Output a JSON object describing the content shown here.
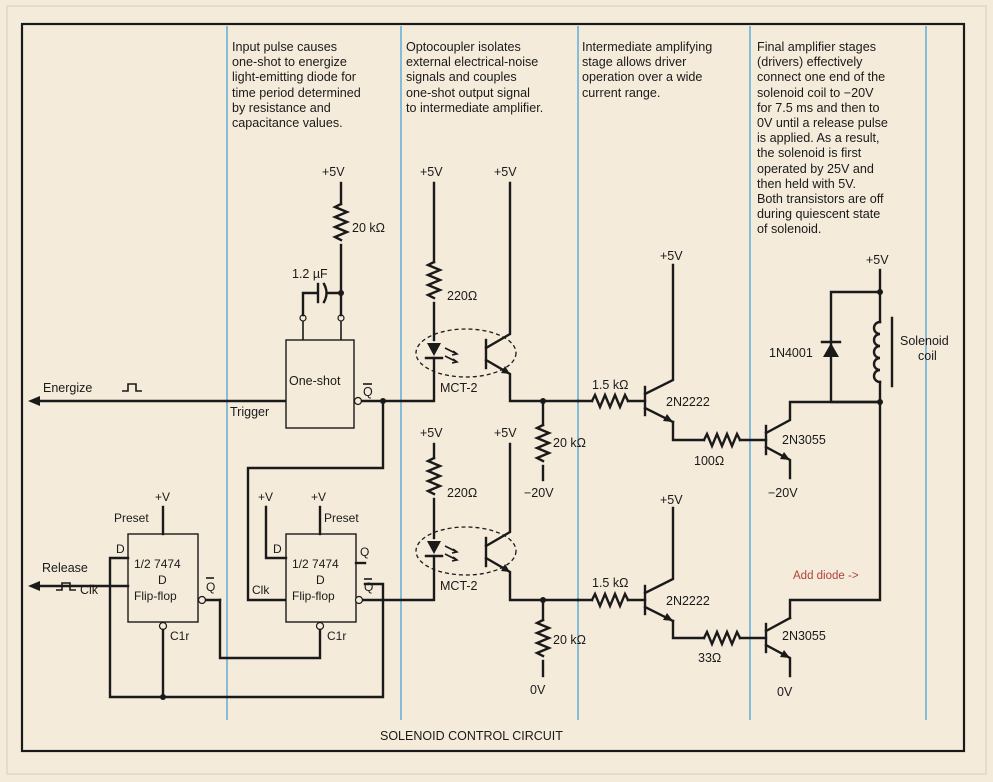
{
  "notes": {
    "oneshot": "Input pulse causes\none-shot to energize\nlight-emitting diode for\ntime period determined\nby resistance and\ncapacitance values.",
    "opto": "Optocoupler isolates\nexternal electrical-noise\nsignals and couples\none-shot output signal\nto intermediate amplifier.",
    "intermediate": "Intermediate amplifying\nstage allows driver\noperation over a wide\ncurrent range.",
    "final": "Final amplifier stages\n(drivers) effectively\nconnect one end of the\nsolenoid coil to −20V\nfor 7.5 ms and then to\n0V until a release pulse\nis applied. As a result,\nthe solenoid is first\noperated by 25V and\nthen held with 5V.\nBoth transistors are off\nduring quiescent state\nof solenoid."
  },
  "labels": {
    "energize": "Energize",
    "trigger": "Trigger",
    "oneshot": "One-shot",
    "qbar": "Q",
    "plus5v": "+5V",
    "r20k": "20 kΩ",
    "cap": "1.2 µF",
    "r220": "220Ω",
    "mct2": "MCT-2",
    "r1k5": "1.5 kΩ",
    "t2n2222": "2N2222",
    "t2n3055": "2N3055",
    "r100": "100Ω",
    "r33": "33Ω",
    "minus20v": "−20V",
    "zerov": "0V",
    "diode": "1N4001",
    "solenoid_line1": "Solenoid",
    "solenoid_line2": "coil",
    "plusv": "+V",
    "preset": "Preset",
    "release": "Release",
    "clk": "Clk",
    "ff_line1": "1/2 7474",
    "ff_line2": "D",
    "ff_line3": "Flip-flop",
    "d": "D",
    "q": "Q",
    "clr": "C1r",
    "add_diode": "Add diode ->",
    "caption": "SOLENOID CONTROL CIRCUIT"
  }
}
